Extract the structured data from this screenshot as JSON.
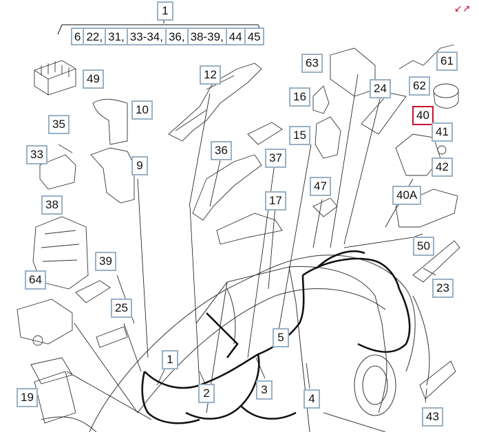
{
  "top_label": "1",
  "header_labels": [
    "6",
    "22,",
    "31,",
    "33-34,",
    "36,",
    "38-39,",
    "44",
    "45"
  ],
  "callouts": {
    "c12": "12",
    "c10": "10",
    "c49": "49",
    "c35": "35",
    "c33": "33",
    "c9": "9",
    "c36": "36",
    "c37": "37",
    "c16": "16",
    "c15": "15",
    "c63": "63",
    "c24": "24",
    "c61": "61",
    "c62": "62",
    "c40": "40",
    "c41": "41",
    "c42": "42",
    "c40a": "40A",
    "c47": "47",
    "c17": "17",
    "c38": "38",
    "c39": "39",
    "c64": "64",
    "c25": "25",
    "c50": "50",
    "c23": "23",
    "c5": "5",
    "c1": "1",
    "c2": "2",
    "c3": "3",
    "c4": "4",
    "c19": "19",
    "c43": "43"
  },
  "active_callout": "40",
  "icons": {
    "expand": "expand-arrows-icon"
  },
  "colors": {
    "callout_border": "#9ab0c4",
    "active_border": "#c8102e",
    "line": "#111111"
  }
}
